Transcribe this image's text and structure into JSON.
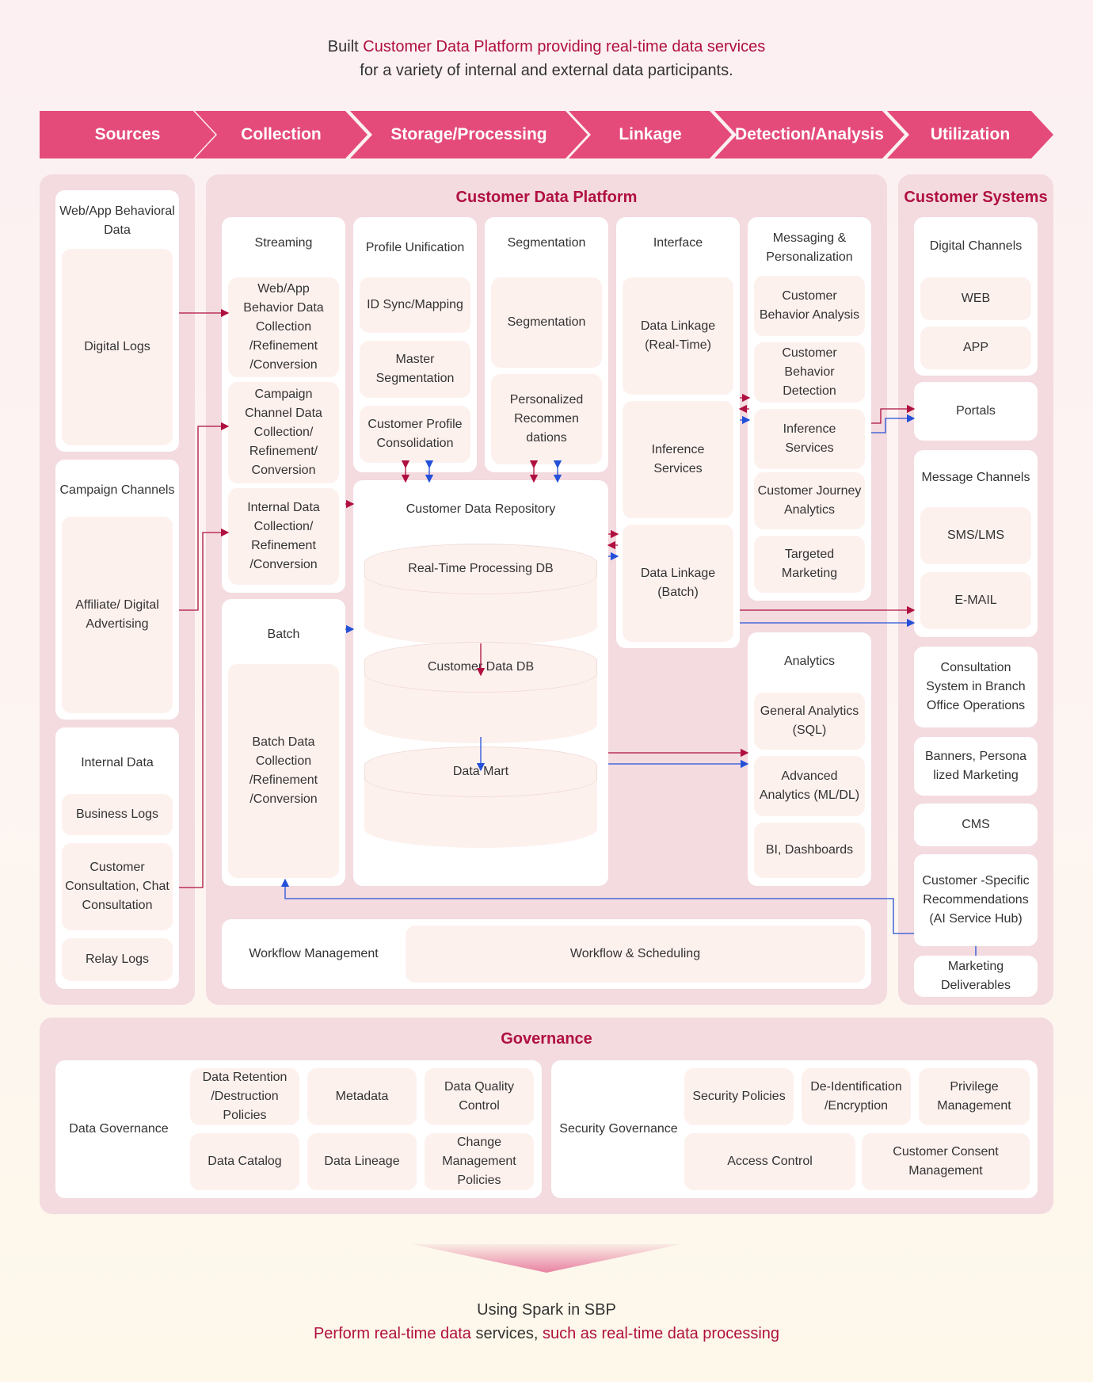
{
  "intro": {
    "line1_pre": "Built ",
    "line1_hl": "Customer Data Platform providing real-time data services",
    "line2": "for a variety of internal and external data participants."
  },
  "stages": [
    "Sources",
    "Collection",
    "Storage/Processing",
    "Linkage",
    "Detection/Analysis",
    "Utilization"
  ],
  "sources": {
    "web": {
      "title": "Web/App Behavioral Data",
      "chip": "Digital Logs"
    },
    "campaign": {
      "title": "Campaign Channels",
      "chip": "Affiliate/ Digital Advertising"
    },
    "internal": {
      "title": "Internal Data",
      "chips": [
        "Business Logs",
        "Customer Consultation, Chat Consultation",
        "Relay Logs"
      ]
    }
  },
  "cdp": {
    "title": "Customer Data Platform",
    "streaming": {
      "title": "Streaming",
      "chips": [
        "Web/App Behavior Data Collection /Refinement /Conversion",
        "Campaign Channel Data Collection/ Refinement/ Conversion",
        "Internal Data Collection/ Refinement /Conversion"
      ]
    },
    "batch": {
      "title": "Batch",
      "chip": "Batch Data Collection /Refinement /Conversion"
    },
    "profile": {
      "title": "Profile Unification",
      "chips": [
        "ID Sync/Mapping",
        "Master Segmentation",
        "Customer Profile Consolidation"
      ]
    },
    "segmentation": {
      "title": "Segmentation",
      "chips": [
        "Segmentation",
        "Personalized Recommen dations"
      ]
    },
    "repository": {
      "title": "Customer Data Repository",
      "dbs": [
        "Real-Time Processing DB",
        "Customer Data DB",
        "Data Mart"
      ]
    },
    "interface": {
      "title": "Interface",
      "chips": [
        "Data Linkage (Real-Time)",
        "Inference Services",
        "Data Linkage (Batch)"
      ]
    },
    "messaging": {
      "title": "Messaging & Personalization",
      "chips": [
        "Customer Behavior Analysis",
        "Customer Behavior Detection",
        "Inference Services",
        "Customer Journey Analytics",
        "Targeted Marketing"
      ]
    },
    "analytics": {
      "title": "Analytics",
      "chips": [
        "General Analytics (SQL)",
        "Advanced Analytics (ML/DL)",
        "BI, Dashboards"
      ]
    },
    "workflow": {
      "title": "Workflow Management",
      "chip": "Workflow & Scheduling"
    }
  },
  "systems": {
    "title": "Customer Systems",
    "digital": {
      "title": "Digital Channels",
      "chips": [
        "WEB",
        "APP"
      ]
    },
    "portals": "Portals",
    "message": {
      "title": "Message Channels",
      "chips": [
        "SMS/LMS",
        "E-MAIL"
      ]
    },
    "consultation": "Consultation System in Branch Office Operations",
    "banners": "Banners, Persona lized Marketing",
    "cms": "CMS",
    "recommend": "Customer -Specific Recommendations (AI Service Hub)",
    "marketing": "Marketing Deliverables"
  },
  "governance": {
    "title": "Governance",
    "data": {
      "title": "Data Governance",
      "chips": [
        "Data Retention /Destruction Policies",
        "Metadata",
        "Data Quality Control",
        "Data Catalog",
        "Data Lineage",
        "Change Management Policies"
      ]
    },
    "security": {
      "title": "Security Governance",
      "chips": [
        "Security Policies",
        "De-Identification /Encryption",
        "Privilege Management",
        "Access Control",
        "Customer Consent Management"
      ]
    }
  },
  "outro": {
    "line1": "Using Spark in SBP",
    "line2_hl1": "Perform real-time data",
    "line2_mid": " services, ",
    "line2_hl2": "such as real-time data processing"
  },
  "colors": {
    "accent": "#e44b7b",
    "title": "#b0103f",
    "panel": "#f3dbe0",
    "chip": "#fdf1ee",
    "arrow_red": "#b0103f",
    "arrow_blue": "#2450d8"
  }
}
